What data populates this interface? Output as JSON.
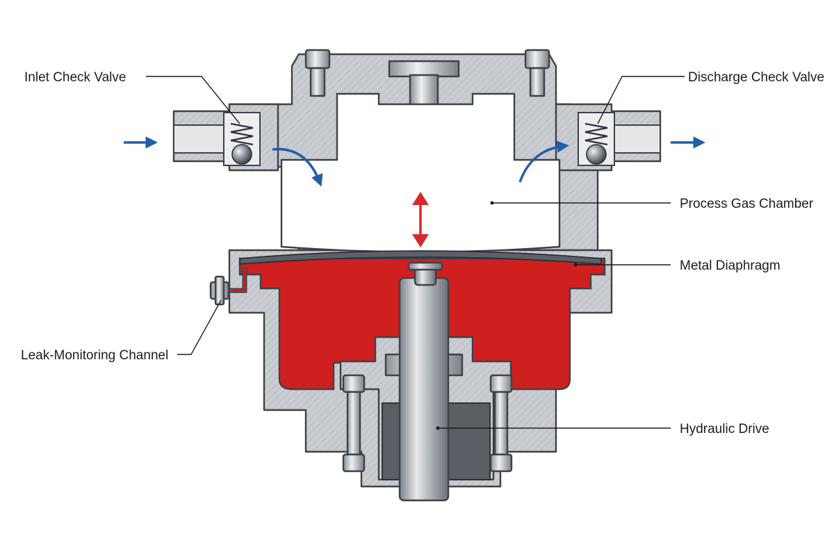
{
  "labels": {
    "inlet_check_valve": "Inlet Check Valve",
    "discharge_check_valve": "Discharge Check Valve",
    "process_gas_chamber": "Process Gas Chamber",
    "metal_diaphragm": "Metal Diaphragm",
    "leak_monitoring_channel": "Leak-Monitoring Channel",
    "hydraulic_drive": "Hydraulic Drive"
  },
  "colors": {
    "housing_steel": "#c9ccd0",
    "steel_edge": "#3d4248",
    "hydraulic_fluid": "#cf1f1f",
    "flow_arrow": "#1f5fa8",
    "motion_arrow": "#d42a2a",
    "gas_chamber": "#ffffff"
  },
  "icons": {
    "inlet_flow": "arrow-right-icon",
    "discharge_flow": "arrow-right-icon",
    "diaphragm_motion": "double-arrow-vertical-icon"
  }
}
